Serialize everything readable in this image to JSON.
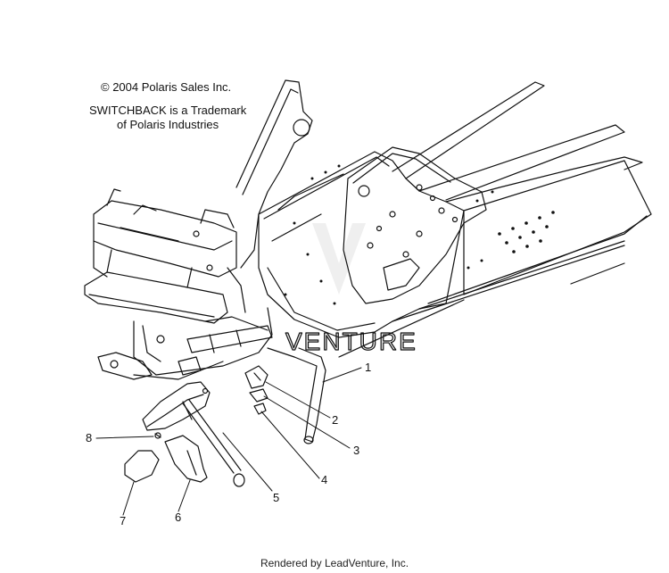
{
  "notes": {
    "copyright": "© 2004 Polaris Sales Inc.",
    "trademark_line1": "SWITCHBACK is a Trademark",
    "trademark_line2": "of Polaris Industries"
  },
  "watermark": "VENTURE",
  "callouts": [
    "1",
    "2",
    "3",
    "4",
    "5",
    "6",
    "7",
    "8"
  ],
  "footer": "Rendered by LeadVenture, Inc."
}
